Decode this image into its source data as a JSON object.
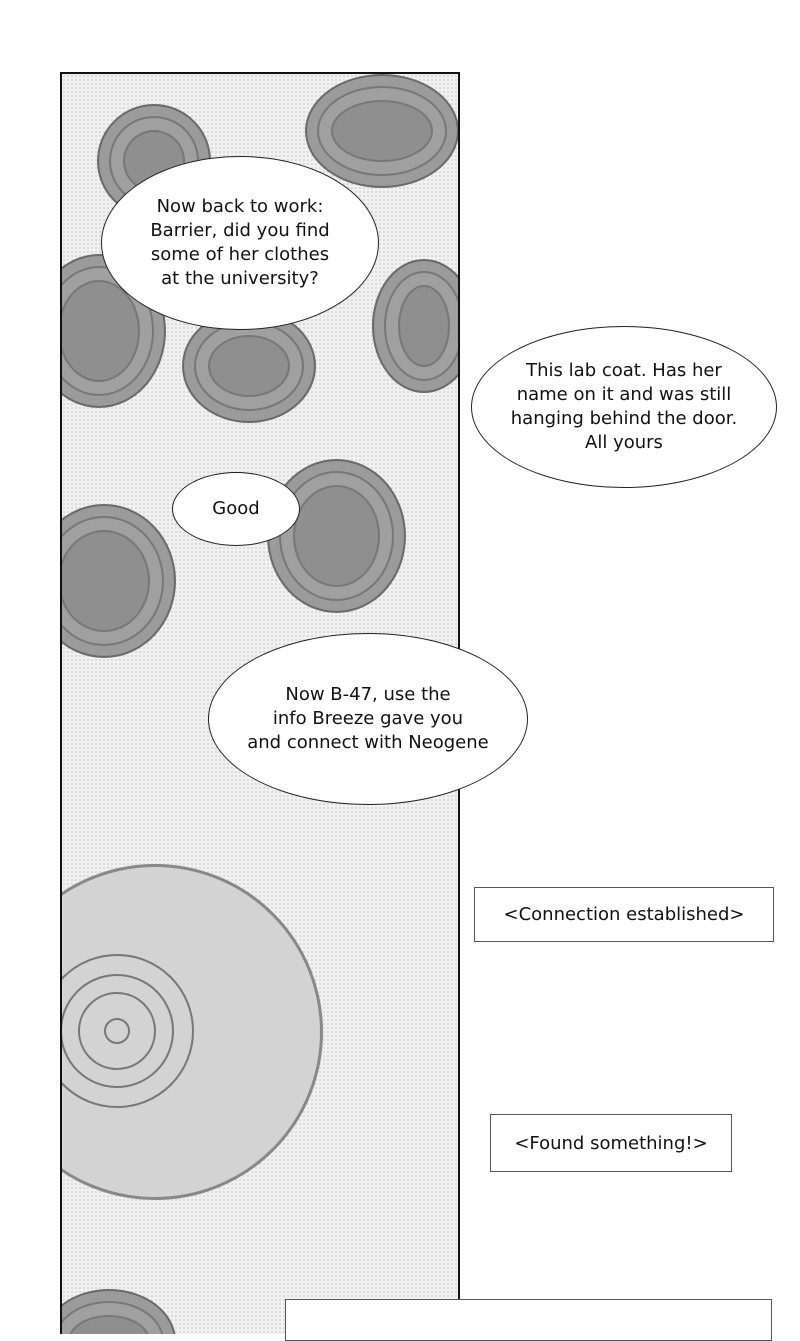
{
  "bubbles": {
    "b1": "Now back to work:\nBarrier, did you find\nsome of her clothes\nat the university?",
    "b2": "This lab coat. Has her\nname on it and was still\nhanging behind the door.\nAll yours",
    "b3": "Good",
    "b4": "Now B-47, use the\ninfo Breeze gave you\nand connect with Neogene"
  },
  "captions": {
    "c1": "<Connection established>",
    "c2": "<Found something!>",
    "c3": ""
  }
}
